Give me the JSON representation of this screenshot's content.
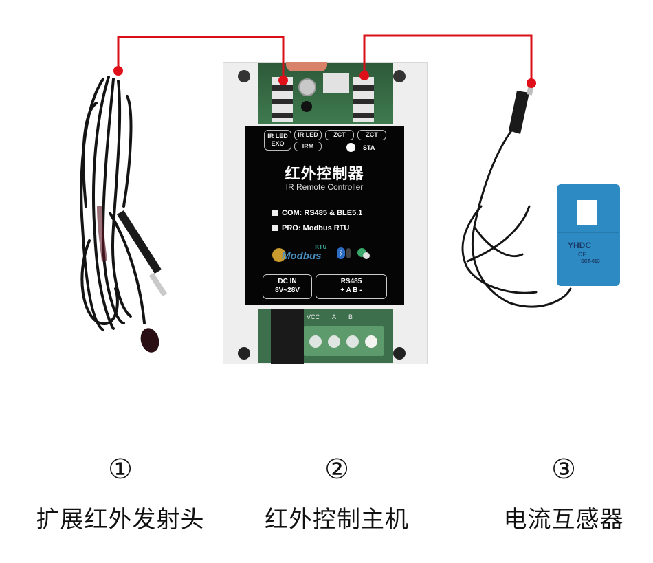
{
  "image": {
    "type": "product-illustration",
    "background": "#ffffff",
    "accent_color": "#d9101a"
  },
  "device": {
    "title_cn": "红外控制器",
    "title_en": "IR Remote Controller",
    "ports_top": [
      {
        "label_line1": "IR LED",
        "label_line2": "EXO"
      },
      {
        "label_line1": "IR LED"
      },
      {
        "label_line1": "IRM"
      },
      {
        "label_line1": "ZCT"
      },
      {
        "label_line1": "ZCT"
      },
      {
        "label_line1": "STA"
      }
    ],
    "specs": [
      {
        "text": "COM: RS485 & BLE5.1"
      },
      {
        "text": "PRO: Modbus RTU"
      }
    ],
    "logos": {
      "modbus_sup": "RTU",
      "modbus_text": "Modbus",
      "bluetooth": "bluetooth-icon",
      "wireless": "wireless-icon"
    },
    "bottom_boxes": [
      {
        "line1": "DC IN",
        "line2": "8V~28V"
      },
      {
        "line1": "RS485",
        "line2": "+ A B -"
      }
    ],
    "terminal_labels": [
      "VCC",
      "A",
      "B"
    ]
  },
  "accessories": {
    "ir_emitter": {
      "name": "extension-ir-emitter-cable"
    },
    "current_transformer": {
      "marking": "YHDC",
      "ce": "CE",
      "model": "SCT-013"
    }
  },
  "captions": [
    {
      "number": "①",
      "label": "扩展红外发射头"
    },
    {
      "number": "②",
      "label": "红外控制主机"
    },
    {
      "number": "③",
      "label": "电流互感器"
    }
  ]
}
